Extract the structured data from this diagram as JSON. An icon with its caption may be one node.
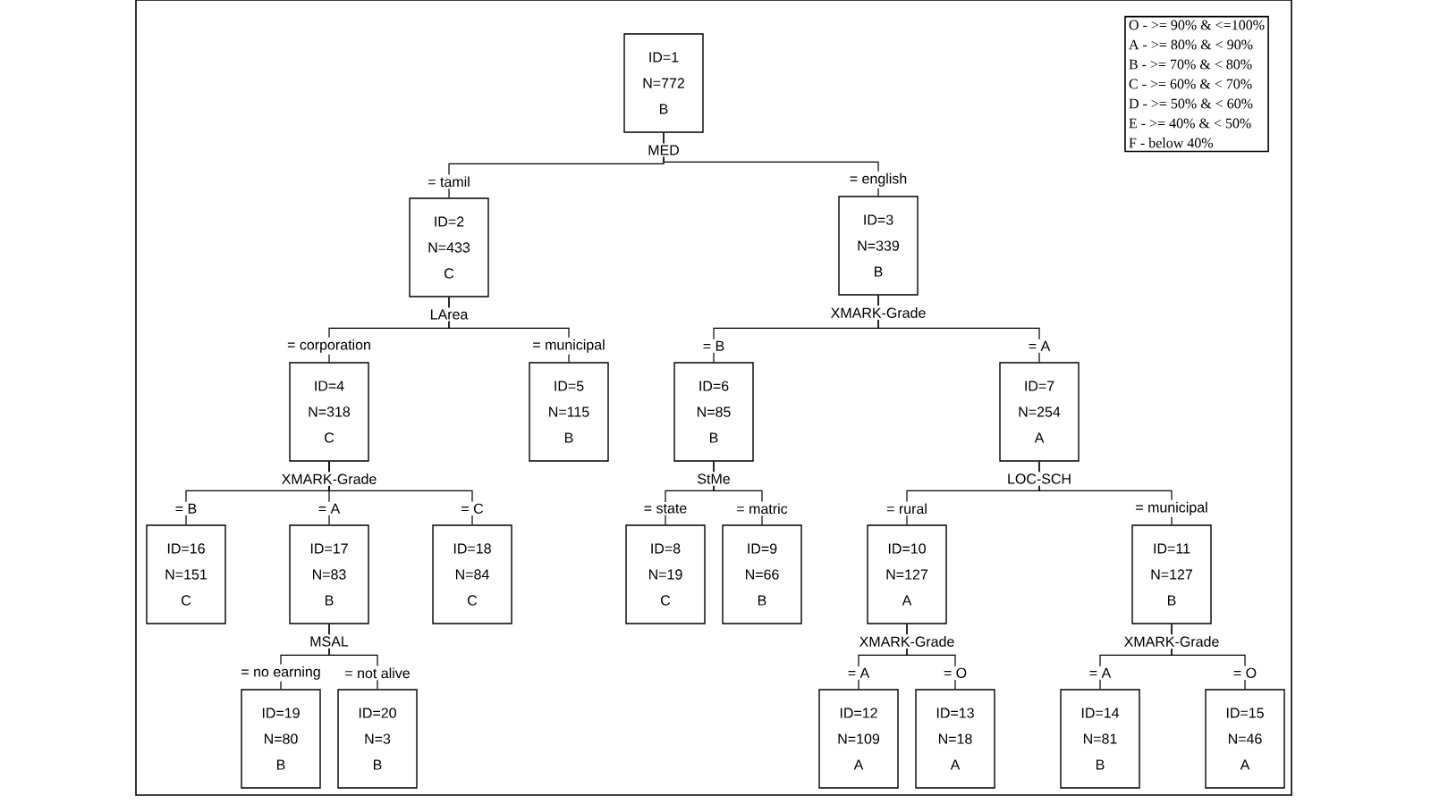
{
  "diagram": {
    "nodes": [
      {
        "text": [
          "ID=1",
          "N=772",
          "B"
        ],
        "beside": [
          "MED"
        ]
      },
      {
        "text": [
          "ID=2",
          "N=433",
          "C"
        ],
        "beside": [
          "LArea"
        ]
      },
      {
        "text": [
          "ID=3",
          "N=339",
          "B"
        ],
        "beside": [
          "XMARK-Grade"
        ]
      },
      {
        "text": [
          "ID=4",
          "N=318",
          "C"
        ],
        "beside": [
          "XMARK-Grade"
        ]
      },
      {
        "text": [
          "ID=5",
          "N=115",
          "B"
        ]
      },
      {
        "text": [
          "ID=6",
          "N=85",
          "B"
        ],
        "beside": [
          "StMe"
        ]
      },
      {
        "text": [
          "ID=7",
          "N=254",
          "A"
        ],
        "beside": [
          "LOC-SCH"
        ]
      },
      {
        "text": [
          "ID=8",
          "N=19",
          "C"
        ]
      },
      {
        "text": [
          "ID=9",
          "N=66",
          "B"
        ]
      },
      {
        "text": [
          "ID=10",
          "N=127",
          "A"
        ],
        "beside": [
          "XMARK-Grade"
        ]
      },
      {
        "text": [
          "ID=11",
          "N=127",
          "B"
        ],
        "beside": [
          "XMARK-Grade"
        ]
      },
      {
        "text": [
          "ID=12",
          "N=109",
          "A"
        ]
      },
      {
        "text": [
          "ID=13",
          "N=18",
          "A"
        ]
      },
      {
        "text": [
          "ID=14",
          "N=81",
          "B"
        ]
      },
      {
        "text": [
          "ID=15",
          "N=46",
          "A"
        ]
      },
      {
        "text": [
          "ID=16",
          "N=151",
          "C"
        ]
      },
      {
        "text": [
          "ID=17",
          "N=83",
          "B"
        ],
        "beside": [
          "MSAL"
        ]
      },
      {
        "text": [
          "ID=18",
          "N=84",
          "C"
        ]
      },
      {
        "text": [
          "ID=19",
          "N=80",
          "B"
        ]
      },
      {
        "text": [
          "ID=20",
          "N=3",
          "B"
        ]
      },
      {
        "text": [
          "O - >= 90%  & <=100%",
          "A - >= 80%  & < 90%",
          "B - >= 70%  & < 80%",
          "C - >= 60%  & < 70%",
          "D - >= 50%  & < 60%",
          "E - >= 40%  & < 50%",
          "F - below 40%"
        ]
      }
    ],
    "edges": [
      {
        "from": 0,
        "to": 1,
        "arrow": "none",
        "label": "= tamil"
      },
      {
        "from": 0,
        "to": 2,
        "arrow": "none",
        "label": "= english"
      },
      {
        "from": 1,
        "to": 3,
        "arrow": "none",
        "label": "= corporation"
      },
      {
        "from": 1,
        "to": 4,
        "arrow": "none",
        "label": "= municipal"
      },
      {
        "from": 2,
        "to": 5,
        "arrow": "none",
        "label": "= B"
      },
      {
        "from": 2,
        "to": 6,
        "arrow": "none",
        "label": "= A"
      },
      {
        "from": 3,
        "to": 15,
        "arrow": "none",
        "label": "= B"
      },
      {
        "from": 3,
        "to": 16,
        "arrow": "none",
        "label": "= A"
      },
      {
        "from": 3,
        "to": 17,
        "arrow": "none",
        "label": "= C"
      },
      {
        "from": 5,
        "to": 7,
        "arrow": "none",
        "label": "= state"
      },
      {
        "from": 5,
        "to": 8,
        "arrow": "none",
        "label": "= matric"
      },
      {
        "from": 6,
        "to": 9,
        "arrow": "none",
        "label": "= rural"
      },
      {
        "from": 6,
        "to": 10,
        "arrow": "none",
        "label": "= municipal"
      },
      {
        "from": 16,
        "to": 18,
        "arrow": "none",
        "label": "= no earning"
      },
      {
        "from": 16,
        "to": 19,
        "arrow": "none",
        "label": "= not alive"
      },
      {
        "from": 9,
        "to": 11,
        "arrow": "none",
        "label": "= A"
      },
      {
        "from": 9,
        "to": 12,
        "arrow": "none",
        "label": "= O"
      },
      {
        "from": 10,
        "to": 13,
        "arrow": "none",
        "label": "= A"
      },
      {
        "from": 10,
        "to": 14,
        "arrow": "none",
        "label": "= O"
      }
    ]
  }
}
